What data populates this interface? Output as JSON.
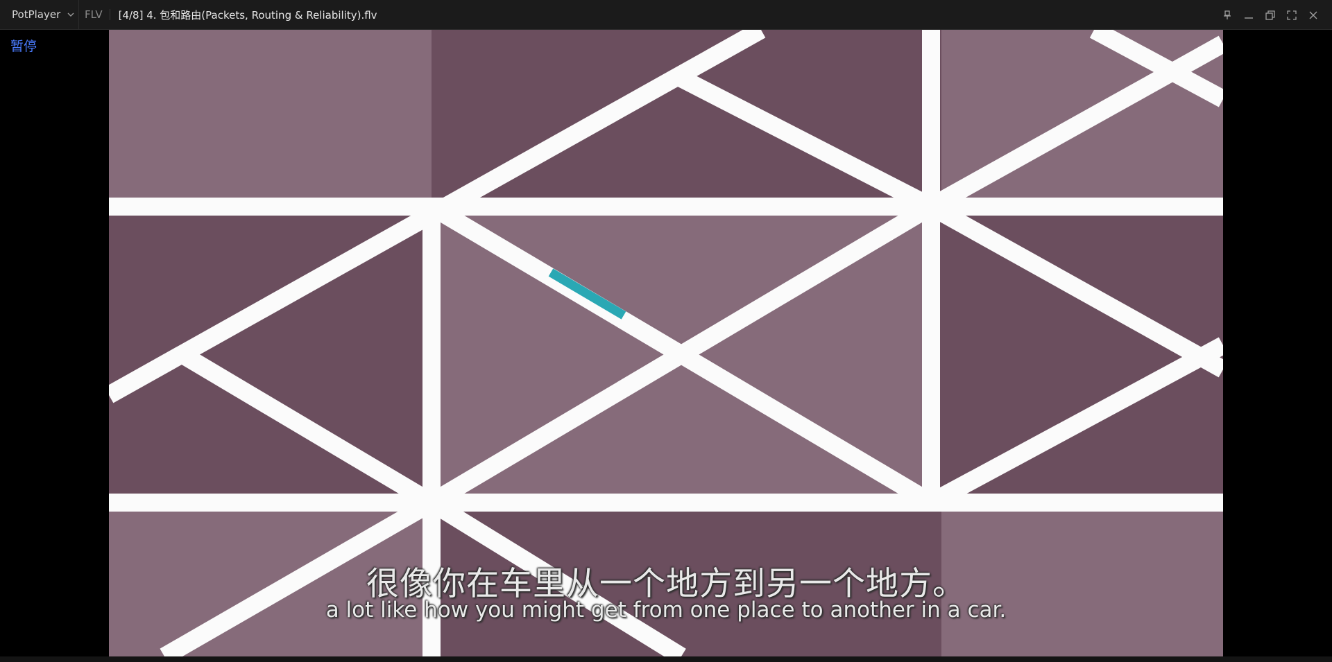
{
  "titlebar": {
    "app_name": "PotPlayer",
    "format": "FLV",
    "file_title": "[4/8] 4. 包和路由(Packets, Routing & Reliability).flv",
    "controls": [
      "pin-icon",
      "minimize-icon",
      "restore-icon",
      "fullscreen-icon",
      "close-icon"
    ]
  },
  "osd": {
    "status": "暂停"
  },
  "video": {
    "subtitle_zh": "很像你在车里从一个地方到另一个地方。",
    "subtitle_en": "a lot like how you might get from one place to another in a car.",
    "colors": {
      "tile_light": "#866b7a",
      "tile_dark": "#6b4e5e",
      "road": "#fbfbfb",
      "packet": "#2aa8b4"
    }
  }
}
